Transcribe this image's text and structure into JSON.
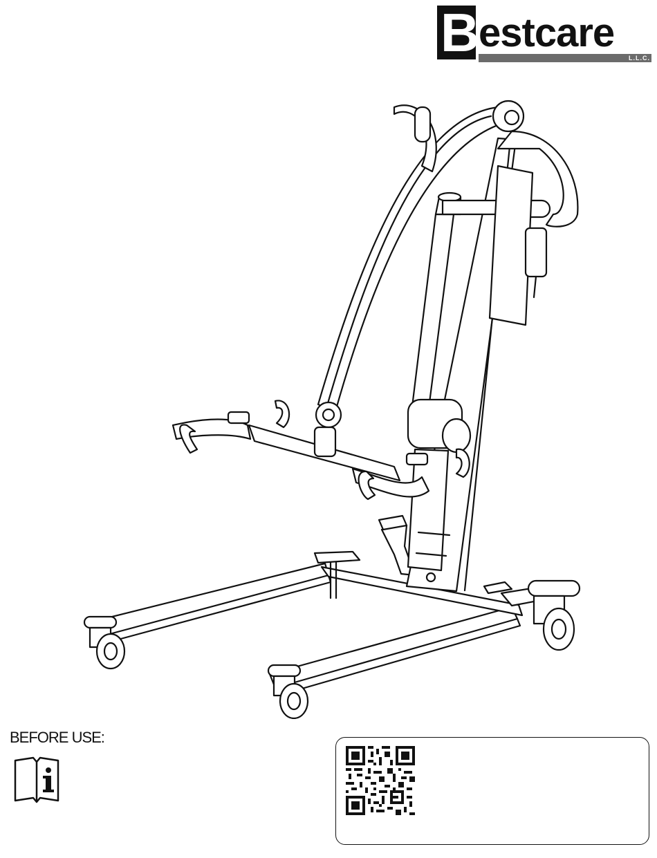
{
  "brand": {
    "initial": "B",
    "word": "estcare",
    "suffix": "L.L.C."
  },
  "illustration": {
    "icon": "patient-lift-drawing"
  },
  "before_use": {
    "label": "BEFORE USE:",
    "icon": "read-manual-icon"
  },
  "qr": {
    "icon": "qr-code-icon"
  },
  "colors": {
    "ink": "#111111",
    "logo_bar": "#6b6b6b"
  }
}
